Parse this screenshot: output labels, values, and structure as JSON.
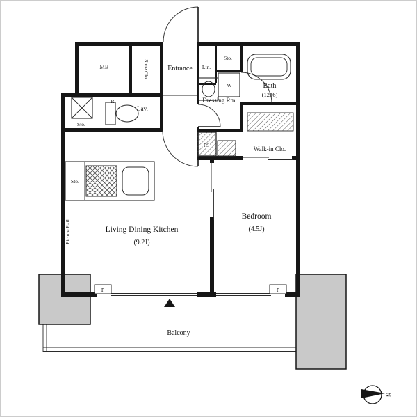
{
  "page": {
    "type": "apartment-floor-plan"
  },
  "labels": {
    "mb": "MB",
    "shoe_closet": "Shoe Clo.",
    "entrance": "Entrance",
    "linen": "Lin.",
    "storage_hall": "Sto.",
    "washer": "W",
    "bath": "Bath",
    "bath_size": "(1216)",
    "dressing_room": "Dressing Rm.",
    "lavatory": "Lav.",
    "refrigerator": "R",
    "storage_lavatory": "Sto.",
    "pipe_space": "PS",
    "walk_in_closet": "Walk-in Clo.",
    "storage_kitchen": "Sto.",
    "living_dining_kitchen": "Living Dining Kitchen",
    "living_dining_kitchen_size": "(9.2J)",
    "bedroom": "Bedroom",
    "bedroom_size": "(4.5J)",
    "picture_rail": "Picture Rail",
    "pillar_left": "P",
    "pillar_right": "P",
    "balcony": "Balcony",
    "compass_north": "N"
  },
  "colors": {
    "walls": "#161616",
    "pillar_fill": "#c9c9c9",
    "background": "#ffffff",
    "hatch_lines": "#555555"
  }
}
